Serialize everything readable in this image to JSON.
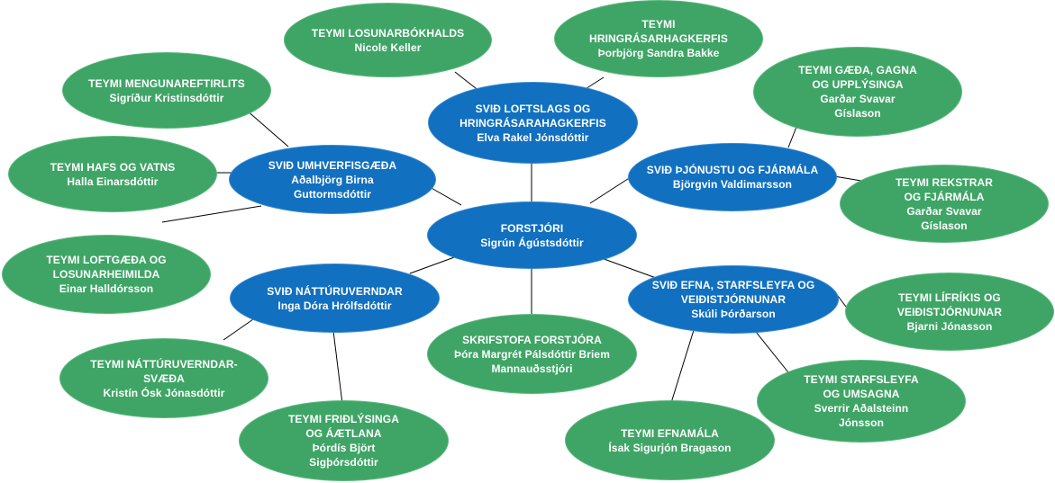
{
  "colors": {
    "team": "#3fa566",
    "division": "#1170c0",
    "connector": "#000000",
    "text": "#ffffff"
  },
  "director": {
    "title": "FORSTJÓRI",
    "name": "Sigrún Ágústsdóttir"
  },
  "divisions": {
    "climate": {
      "title": "SVIÐ LOFTSLAGS OG HRINGRÁSARAHAGKERFIS",
      "name": "Elva Rakel Jónsdóttir"
    },
    "environment": {
      "title": "SVIÐ UMHVERFISGÆÐA",
      "name_line1": "Aðalbjörg Birna",
      "name_line2": "Guttormsdóttir"
    },
    "service": {
      "title": "SVIÐ ÞJÓNUSTU OG FJÁRMÁLA",
      "name": "Björgvin Valdimarsson"
    },
    "nature": {
      "title": "SVIÐ NÁTTÚRUVERNDAR",
      "name": "Inga Dóra Hrólfsdóttir"
    },
    "chemicals": {
      "title": "SVIÐ EFNA, STARFSLEYFA OG VEIÐISTJÓRNUNAR",
      "name": "Skúli Þórðarson"
    },
    "office": {
      "title": "SKRIFSTOFA FORSTJÓRA",
      "name_line1": "Þóra Margrét Pálsdóttir Briem",
      "name_line2": "Mannauðsstjóri"
    }
  },
  "teams": {
    "accounting": {
      "title": "TEYMI LOSUNARBÓKHALDS",
      "name": "Nicole Keller"
    },
    "circular": {
      "title_line1": "TEYMI",
      "title_line2": "HRINGRÁSARHAGKERFIS",
      "name": "Þorbjörg Sandra Bakke"
    },
    "pollution": {
      "title": "TEYMI MENGUNAREFTIRLITS",
      "name": "Sigríður Kristinsdóttir"
    },
    "quality": {
      "title": "TEYMI GÆÐA, GAGNA OG UPPLÝSINGA",
      "name": "Garðar Svavar Gíslason"
    },
    "sea": {
      "title": "TEYMI HAFS OG VATNS",
      "name": "Halla Einarsdóttir"
    },
    "operations": {
      "title": "TEYMI REKSTRAR OG FJÁRMÁLA",
      "name": "Garðar Svavar Gíslason"
    },
    "airquality": {
      "title": "TEYMI LOFTGÆÐA OG LOSUNARHEIMILDA",
      "name": "Einar Halldórsson"
    },
    "biodiversity": {
      "title": "TEYMI LÍFRÍKIS OG VEIÐISTJÓRNUNAR",
      "name": "Bjarni Jónasson"
    },
    "protected": {
      "title_line1": "TEYMI NÁTTÚRUVERNDAR-",
      "title_line2": "SVÆÐA",
      "name": "Kristín Ósk Jónasdóttir"
    },
    "permits": {
      "title": "TEYMI STARFSLEYFA OG UMSAGNA",
      "name": "Sverrir Aðalsteinn Jónsson"
    },
    "chemistry": {
      "title": "TEYMI EFNAMÁLA",
      "name": "Ísak Sigurjón Bragason"
    },
    "designation": {
      "title": "TEYMI FRIÐLÝSINGA OG ÁÆTLANA",
      "name": "Þórdís Björt Sigþórsdóttir"
    }
  }
}
